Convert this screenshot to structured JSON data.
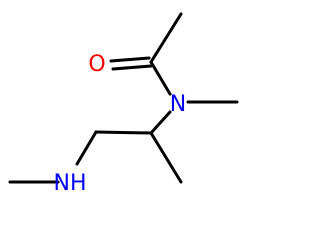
{
  "molecule": {
    "atoms": [
      {
        "id": "O1",
        "label": "O",
        "color": "#ff0000"
      },
      {
        "id": "N1",
        "label": "N",
        "color": "#0000ff"
      },
      {
        "id": "N2",
        "label": "NH",
        "color": "#0000ff"
      }
    ],
    "colors": {
      "bond": "#000000",
      "background": "#ffffff"
    }
  }
}
